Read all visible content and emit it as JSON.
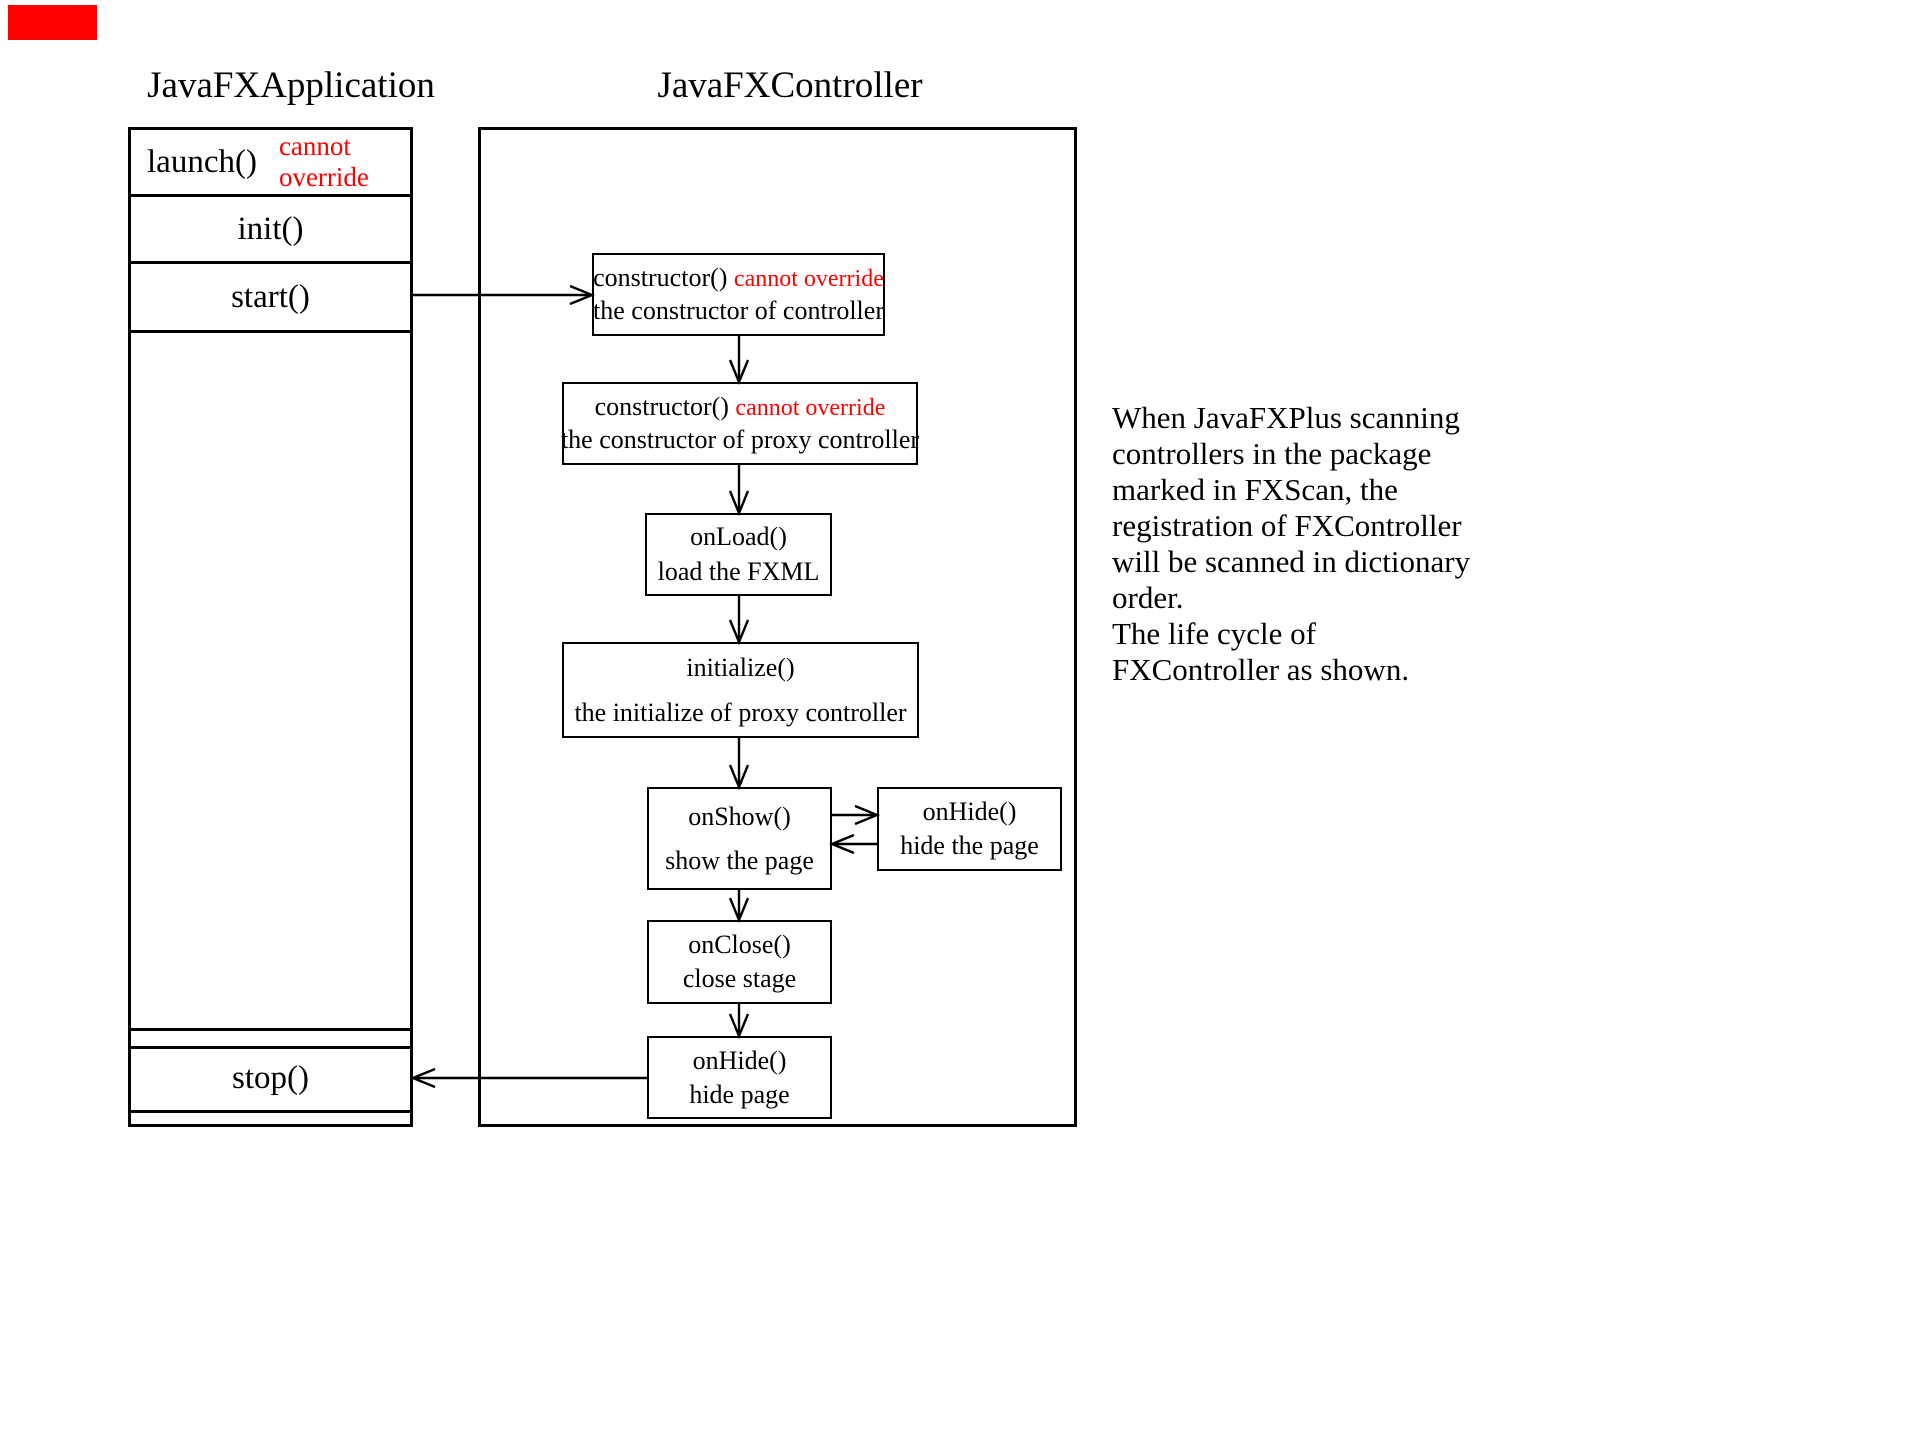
{
  "marker": {
    "color": "#fe0000"
  },
  "titles": {
    "application": "JavaFXApplication",
    "controller": "JavaFXController"
  },
  "application_lifecycle": {
    "rows": [
      {
        "label": "launch()",
        "note": "cannot override"
      },
      {
        "label": "init()"
      },
      {
        "label": "start()"
      },
      {
        "label": "stop()"
      }
    ]
  },
  "controller_lifecycle": {
    "boxes": [
      {
        "id": "constructor-controller",
        "line1": "constructor()",
        "note": "cannot override",
        "line2": "the constructor of controller"
      },
      {
        "id": "constructor-proxy",
        "line1": "constructor()",
        "note": "cannot override",
        "line2": "the constructor of proxy controller"
      },
      {
        "id": "onload",
        "line1": "onLoad()",
        "line2": "load the FXML"
      },
      {
        "id": "initialize",
        "line1": "initialize()",
        "line2": "the initialize of proxy controller"
      },
      {
        "id": "onshow",
        "line1": "onShow()",
        "line2": "show the page"
      },
      {
        "id": "onhide-right",
        "line1": "onHide()",
        "line2": "hide the page"
      },
      {
        "id": "onclose",
        "line1": "onClose()",
        "line2": "close stage"
      },
      {
        "id": "onhide-bottom",
        "line1": "onHide()",
        "line2": "hide page"
      }
    ]
  },
  "note": {
    "text": "When JavaFXPlus scanning\ncontrollers in the package\nmarked in FXScan, the\nregistration of FXController\nwill be scanned in dictionary\norder.\nThe life cycle of\nFXController as shown."
  },
  "colors": {
    "accent_red": "#fe0000",
    "line": "#000000"
  }
}
